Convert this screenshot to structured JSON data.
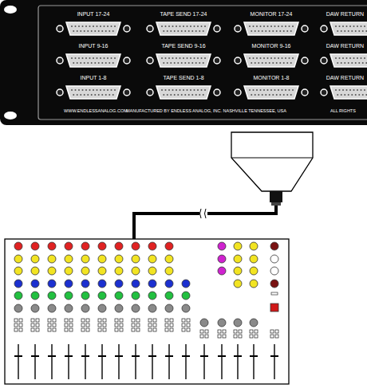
{
  "diagram": {
    "labels": [
      "INPUT 17-24",
      "TAPE SEND 17-24",
      "MONITOR 17-24",
      "DAW RETURN",
      "INPUT 9-16",
      "TAPE SEND 9-16",
      "MONITOR 9-16",
      "DAW RETURN",
      "INPUT 1-8",
      "TAPE SEND 1-8",
      "MONITOR 1-8",
      "DAW RETURN",
      "WWW.ENDLESSANALOG.COM",
      "MANUFACTURED BY ENDLESS ANALOG, INC. NASHVILLE TENNESSEE, USA",
      "ALL RIGHTS"
    ]
  }
}
